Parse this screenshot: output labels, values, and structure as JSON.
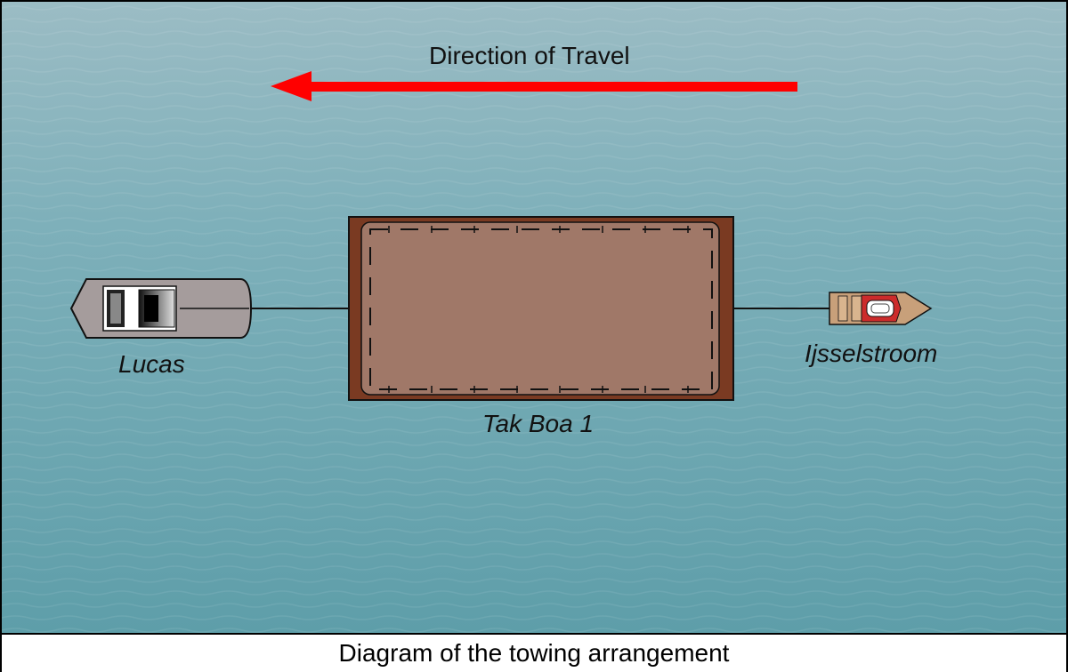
{
  "diagram": {
    "direction_label": "Direction of Travel",
    "caption": "Diagram of the towing arrangement",
    "vessels": {
      "lucas": "Lucas",
      "barge": "Tak Boa 1",
      "ijsselstroom": "Ijsselstroom"
    },
    "colors": {
      "sea": "#6fa3ad",
      "arrow": "#ff0000",
      "barge_outer": "#7a3a22",
      "barge_deck": "#a07868",
      "lucas_hull": "#a59c9c",
      "tug_hull": "#c8a07a",
      "tug_trim": "#cc2b2b"
    }
  }
}
